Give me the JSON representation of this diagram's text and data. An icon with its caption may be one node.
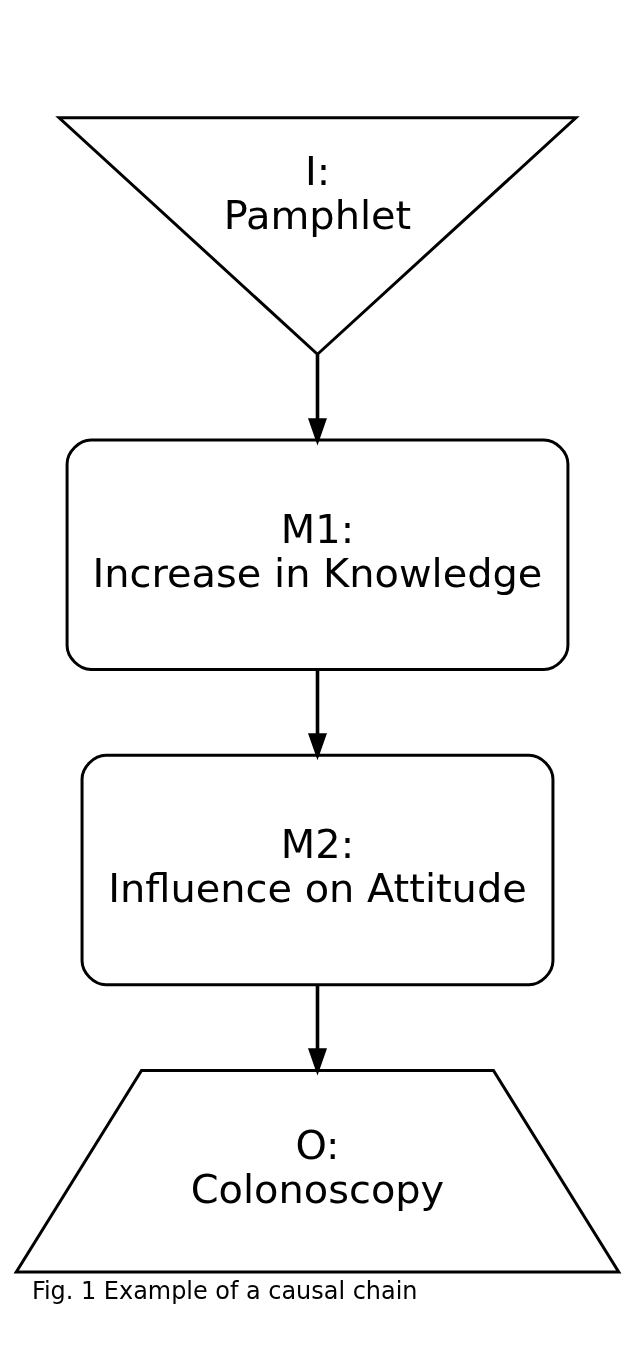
{
  "diagram": {
    "caption": "Fig. 1 Example of a causal chain",
    "nodes": [
      {
        "text": [
          "I:",
          "Pamphlet"
        ]
      },
      {
        "text": [
          "M1:",
          "Increase in Knowledge"
        ]
      },
      {
        "text": [
          "M2:",
          "Influence on Attitude"
        ]
      },
      {
        "text": [
          "O:",
          "Colonoscopy"
        ]
      }
    ],
    "edges": [
      {
        "from": 0,
        "to": 1,
        "arrow": "to"
      },
      {
        "from": 1,
        "to": 2,
        "arrow": "to"
      },
      {
        "from": 2,
        "to": 3,
        "arrow": "to"
      }
    ]
  }
}
